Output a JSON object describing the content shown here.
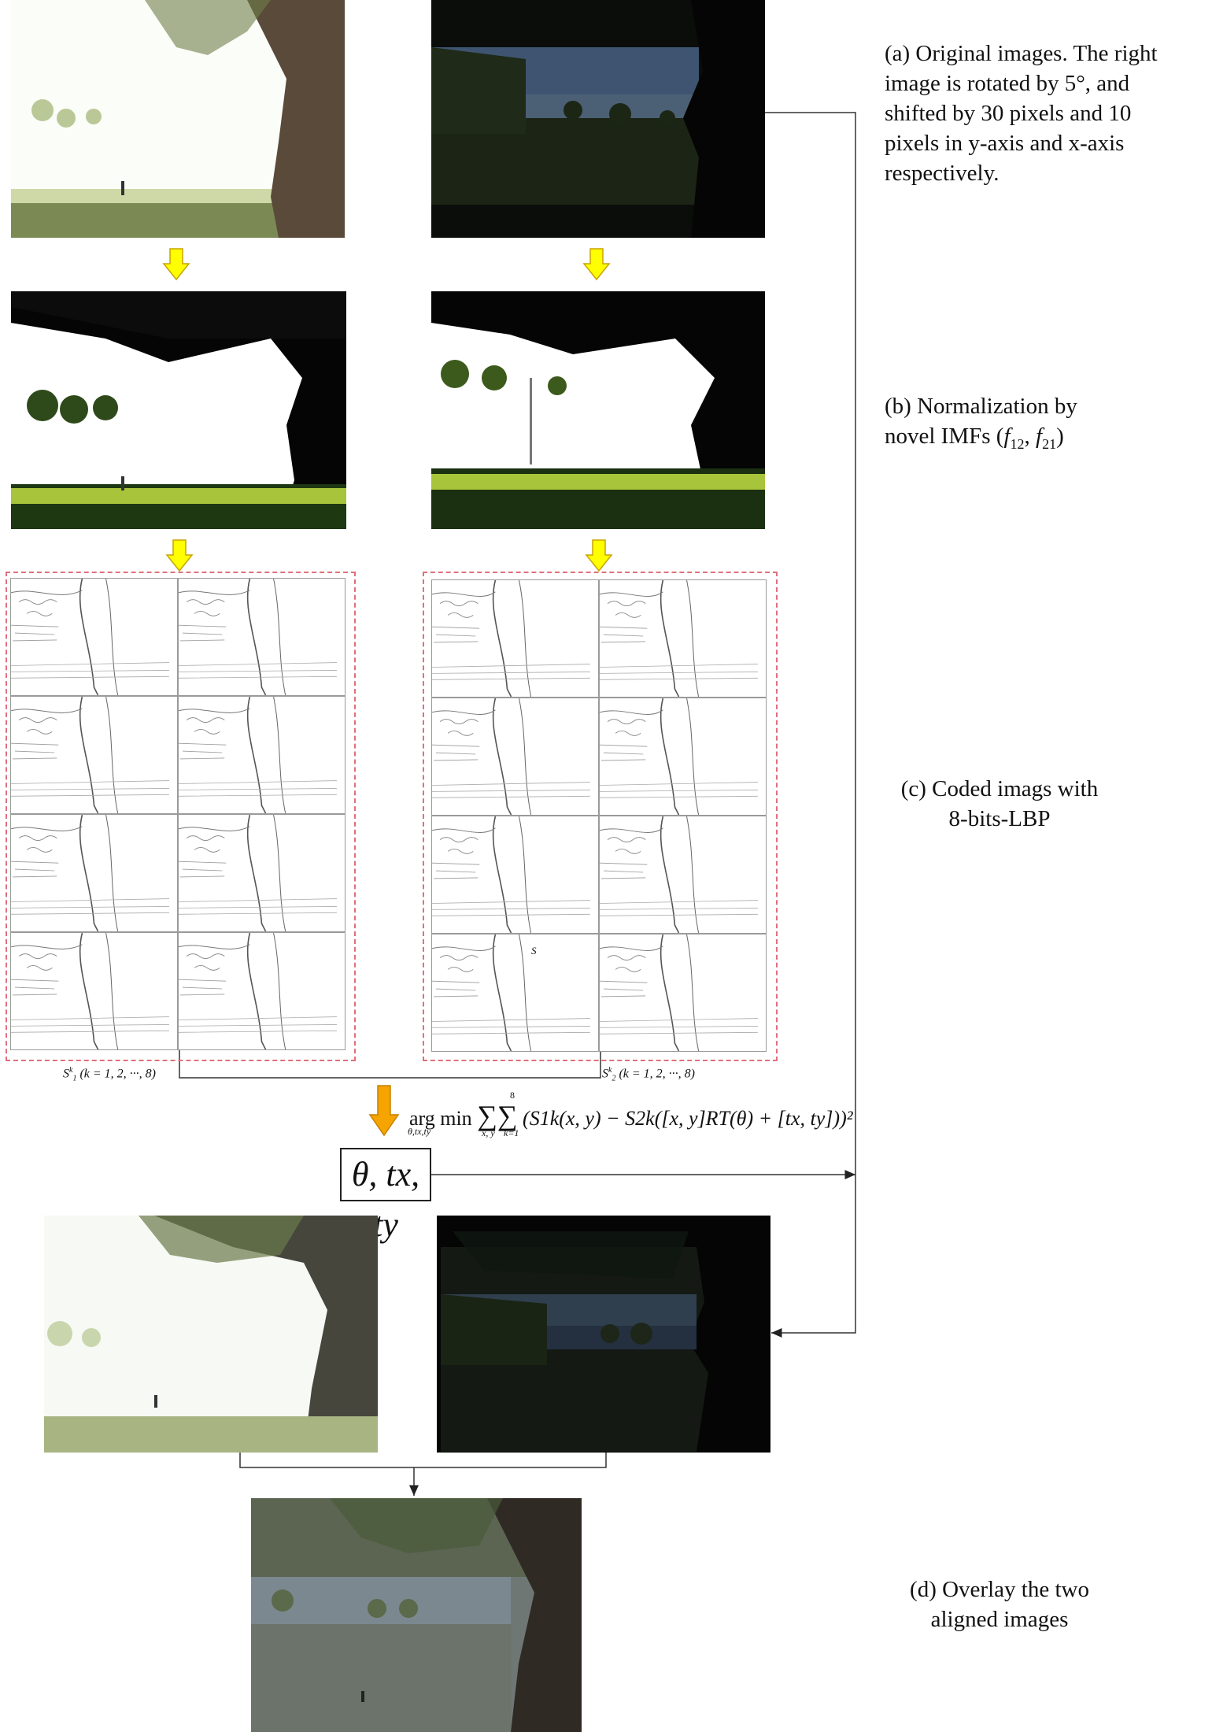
{
  "captions": {
    "a": "(a) Original images. The right image is rotated by 5°, and shifted by 30 pixels and 10 pixels in y-axis and x-axis respectively.",
    "a_lines": [
      "(a) Original images. The right",
      "image is rotated by 5°, and",
      "shifted by 30 pixels and 10",
      "pixels in y-axis and x-axis",
      "respectively."
    ],
    "b_lines": [
      "(b) Normalization by",
      "novel IMFs (f12, f21)"
    ],
    "b_line2_prefix": "novel IMFs (",
    "b_f12": "f",
    "b_f12_sub": "12",
    "b_sep": ", ",
    "b_f21": "f",
    "b_f21_sub": "21",
    "b_suffix": ")",
    "c_lines": [
      "(c) Coded imags with",
      "8-bits-LBP"
    ],
    "d_lines": [
      "(d) Overlay the two",
      "aligned images"
    ]
  },
  "labels": {
    "s1": "S",
    "s1_sup": "k",
    "s1_sub": "1",
    "s1_range": "(k = 1, 2, ···, 8)",
    "s2": "S",
    "s2_sup": "k",
    "s2_sub": "2",
    "s2_range": "(k = 1, 2, ···, 8)",
    "formula_argmin": "arg min",
    "formula_argmin_sub": "θ,tx,ty",
    "formula_sum1_sub": "x, y",
    "formula_sum2_top": "8",
    "formula_sum2_sub": "k=1",
    "formula_body": "(S1k(x, y) − S2k([x, y]RT(θ) + [tx, ty]))²",
    "params": "θ, tx, ty",
    "tile_mark": "S"
  },
  "colors": {
    "arrow_yellow": "#ffff00",
    "arrow_orange": "#f5a400",
    "dash_border": "#e0707a",
    "line": "#333333"
  },
  "icons": {
    "down_arrow": "yellow-block-arrow",
    "orange_arrow": "orange-block-arrow"
  }
}
